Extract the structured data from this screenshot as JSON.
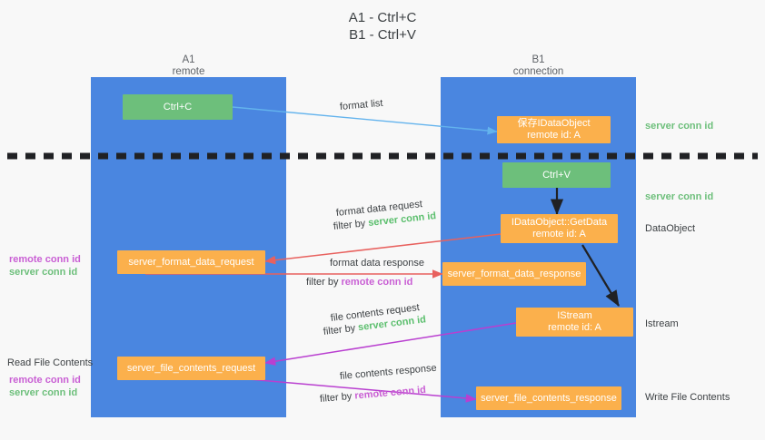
{
  "title": "A1 - Ctrl+C\nB1 - Ctrl+V",
  "lanes": [
    {
      "name": "A1",
      "subtitle": "remote"
    },
    {
      "name": "B1",
      "subtitle": "connection"
    }
  ],
  "colors": {
    "lane": "#4a86e0",
    "green_node": "#6dbf7b",
    "orange_node": "#fbb04c",
    "server_conn": "#6dbf7b",
    "remote_conn": "#c95fd4",
    "arrow_blue": "#63b3ed",
    "arrow_red": "#e8615e",
    "arrow_purple": "#b93fd0",
    "arrow_black": "#202124",
    "divider": "#202124",
    "background": "#f8f8f8"
  },
  "nodes": {
    "ctrl_c": "Ctrl+C",
    "ctrl_v": "Ctrl+V",
    "save_idataobject": "保存IDataObject\nremote id: A",
    "getdata": "IDataObject::GetData\nremote id: A",
    "server_format_data_request": "server_format_data_request",
    "server_format_data_response": "server_format_data_response",
    "istream": "IStream\nremote id: A",
    "server_file_contents_request": "server_file_contents_request",
    "server_file_contents_response": "server_file_contents_response"
  },
  "edge_labels": {
    "format_list": "format list",
    "format_data_request": "format data request",
    "format_data_request_filter_prefix": "filter by ",
    "format_data_request_filter_value": "server conn id",
    "format_data_response": "format data response",
    "format_data_response_filter_prefix": "filter by ",
    "format_data_response_filter_value": "remote conn id",
    "file_contents_request": "file contents request",
    "file_contents_request_filter_prefix": "filter by ",
    "file_contents_request_filter_value": "server conn id",
    "file_contents_response": "file contents response",
    "file_contents_response_filter_prefix": "filter by ",
    "file_contents_response_filter_value": "remote conn id"
  },
  "annotations": {
    "right_server_conn_top": "server conn id",
    "right_server_conn_mid": "server conn id",
    "right_dataobject": "DataObject",
    "right_istream": "Istream",
    "right_write_file_contents": "Write File Contents",
    "left_remote_conn_1": "remote conn id",
    "left_server_conn_1": "server conn id",
    "left_read_file_contents": "Read File Contents",
    "left_remote_conn_2": "remote conn id",
    "left_server_conn_2": "server conn id"
  }
}
